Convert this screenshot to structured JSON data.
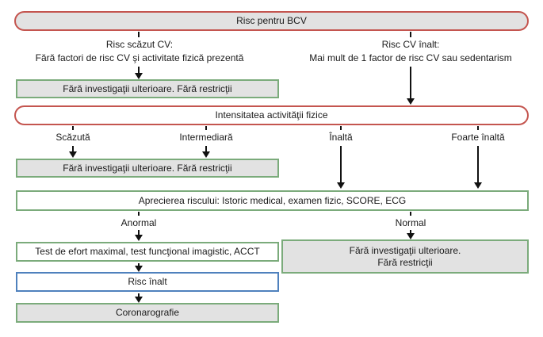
{
  "colors": {
    "red_border": "#c4554f",
    "green_border": "#7bab7b",
    "blue_border": "#4f81bd",
    "gray_fill": "#e2e2e2",
    "line_black": "#111111",
    "text": "#1a1a1a"
  },
  "flow": {
    "root": "Risc pentru BCV",
    "left_branch_title": "Risc scăzut CV:",
    "left_branch_desc": "Fără factori de risc CV şi activitate fizică prezentă",
    "right_branch_title": "Risc CV înalt:",
    "right_branch_desc": "Mai mult de 1 factor de risc CV sau sedentarism",
    "no_further_1": "Fără investigaţii ulterioare. Fără restricţii",
    "intensity": "Intensitatea activităţii fizice",
    "levels": [
      "Scăzută",
      "Intermediară",
      "Înaltă",
      "Foarte înaltă"
    ],
    "no_further_2": "Fără investigaţii ulterioare. Fără restricţii",
    "assessment": "Aprecierea riscului: Istoric medical, examen fizic, SCORE, ECG",
    "abnormal": "Anormal",
    "normal": "Normal",
    "test": "Test de efort maximal, test funcţional imagistic, ACCT",
    "no_further_3_line1": "Fără investigaţii ulterioare.",
    "no_further_3_line2": "Fără restricţii",
    "high_risk": "Risc înalt",
    "coronarography": "Coronarografie"
  }
}
